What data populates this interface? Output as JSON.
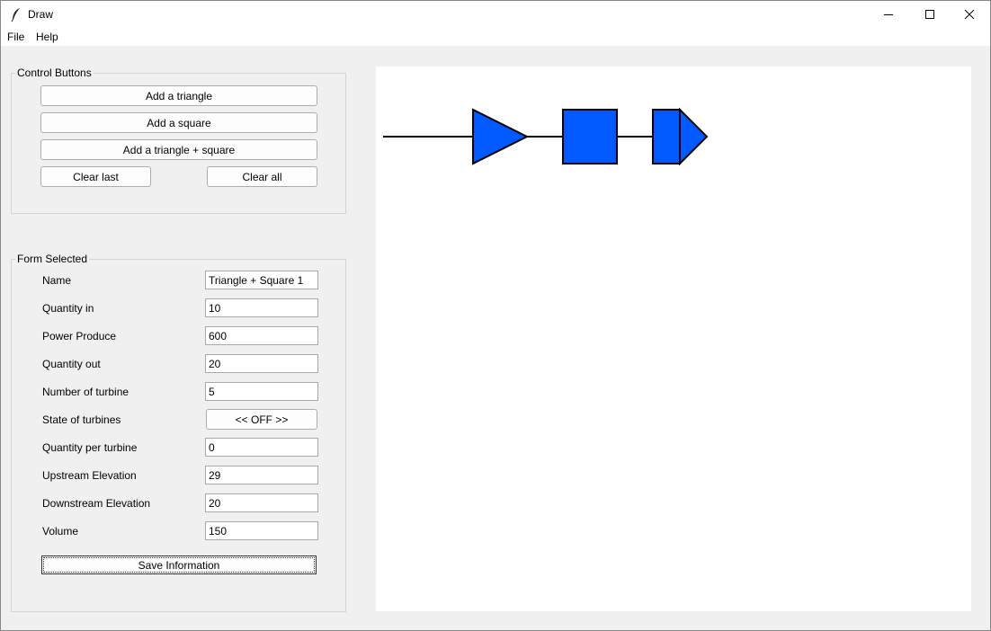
{
  "window": {
    "title": "Draw"
  },
  "menu": {
    "file": "File",
    "help": "Help"
  },
  "control_buttons": {
    "title": "Control Buttons",
    "add_triangle": "Add a triangle",
    "add_square": "Add a square",
    "add_triangle_square": "Add a triangle + square",
    "clear_last": "Clear last",
    "clear_all": "Clear all"
  },
  "form_selected": {
    "title": "Form Selected",
    "fields": [
      {
        "label": "Name",
        "value": "Triangle + Square 1"
      },
      {
        "label": "Quantity in",
        "value": "10"
      },
      {
        "label": "Power Produce",
        "value": "600"
      },
      {
        "label": "Quantity out",
        "value": "20"
      },
      {
        "label": "Number of turbine",
        "value": "5"
      },
      {
        "label": "State of turbines",
        "button": "<< OFF >>"
      },
      {
        "label": "Quantity per turbine",
        "value": "0"
      },
      {
        "label": "Upstream Elevation",
        "value": "29"
      },
      {
        "label": "Downstream Elevation",
        "value": "20"
      },
      {
        "label": "Volume",
        "value": "150"
      }
    ],
    "save_label": "Save Information"
  },
  "canvas": {
    "shape_fill": "#005aff",
    "shape_stroke": "#000000",
    "shapes": [
      "triangle",
      "square",
      "triangle-square"
    ]
  }
}
